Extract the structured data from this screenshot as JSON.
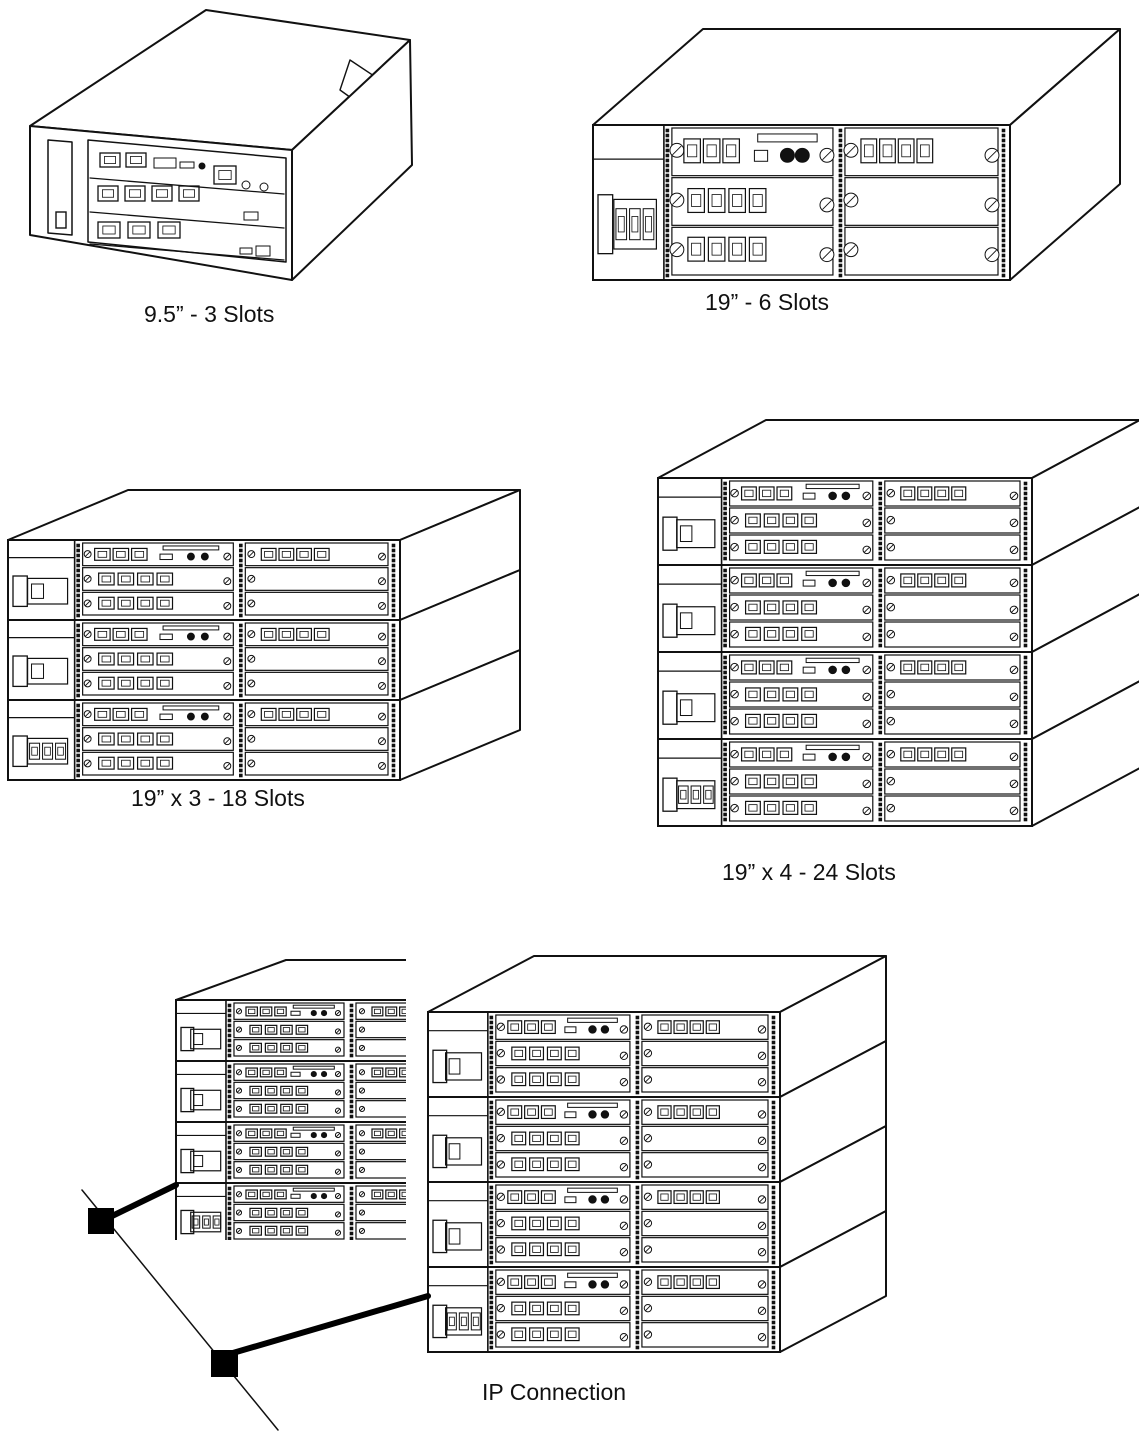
{
  "captions": {
    "c1": "9.5” - 3 Slots",
    "c2": "19” - 6 Slots",
    "c3": "19” x 3 - 18 Slots",
    "c4": "19” x 4 - 24 Slots",
    "c5": "IP Connection"
  },
  "colors": {
    "line": "#111111",
    "background": "#ffffff",
    "connector": "#000000"
  },
  "units": [
    {
      "name": "unit-9-5-3-slots",
      "stack": 1,
      "slots_per_chassis": 3
    },
    {
      "name": "unit-19-6-slots",
      "stack": 1,
      "slots_per_chassis": 6
    },
    {
      "name": "unit-19x3-18-slots",
      "stack": 3,
      "slots_per_chassis": 6
    },
    {
      "name": "unit-19x4-24-slots",
      "stack": 4,
      "slots_per_chassis": 6
    },
    {
      "name": "ip-connected-pair",
      "stack": 4,
      "slots_per_chassis": 6
    }
  ]
}
